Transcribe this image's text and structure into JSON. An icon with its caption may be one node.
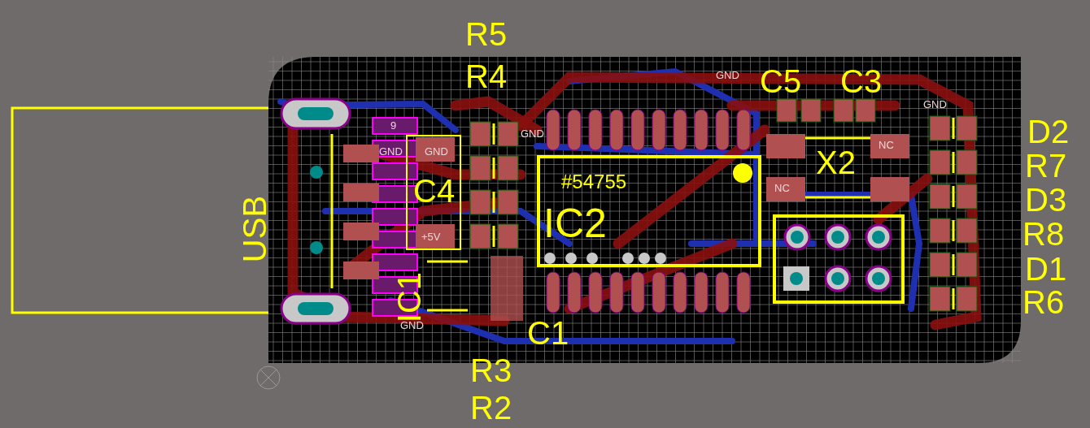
{
  "diagram": {
    "labels": [
      "R5",
      "R4",
      "C5",
      "C3",
      "GND",
      "9",
      "GND",
      "GND",
      "GND",
      "GND",
      "D2",
      "NC",
      "#54755",
      "X2",
      "C4",
      "R7",
      "IC2",
      "NC",
      "D3",
      "USB",
      "R8",
      "+5V",
      "D1",
      "R6",
      "IC1",
      "GND",
      "C1",
      "R3",
      "R2"
    ]
  }
}
